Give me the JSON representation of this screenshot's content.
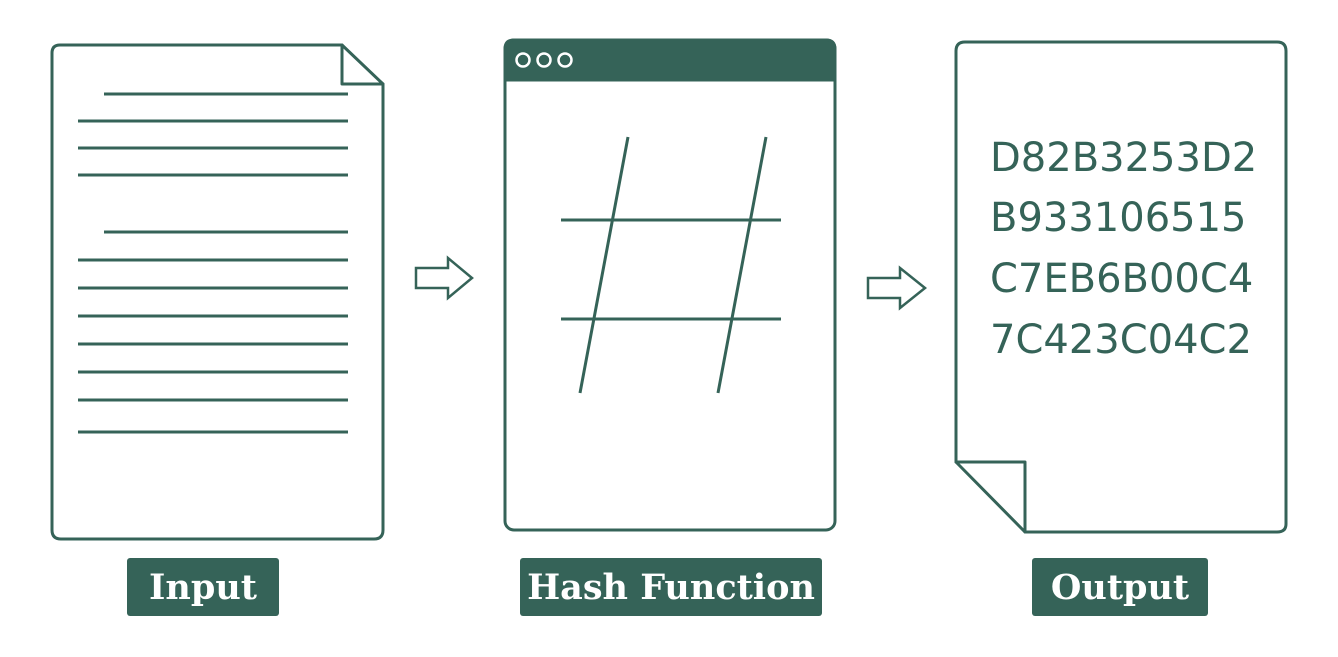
{
  "labels": {
    "input": "Input",
    "hash_function": "Hash Function",
    "output": "Output"
  },
  "output_hash_lines": [
    "D82B3253D2",
    "B933106515",
    "C7EB6B00C4",
    "7C423C04C2"
  ],
  "colors": {
    "primary": "#356358",
    "background": "#ffffff",
    "label_text": "#ffffff"
  },
  "icons": {
    "input_document": "document-icon",
    "hash_window": "window-icon",
    "hash_symbol": "hash-icon",
    "output_document": "document-icon",
    "arrows": "arrow-right-icon"
  }
}
